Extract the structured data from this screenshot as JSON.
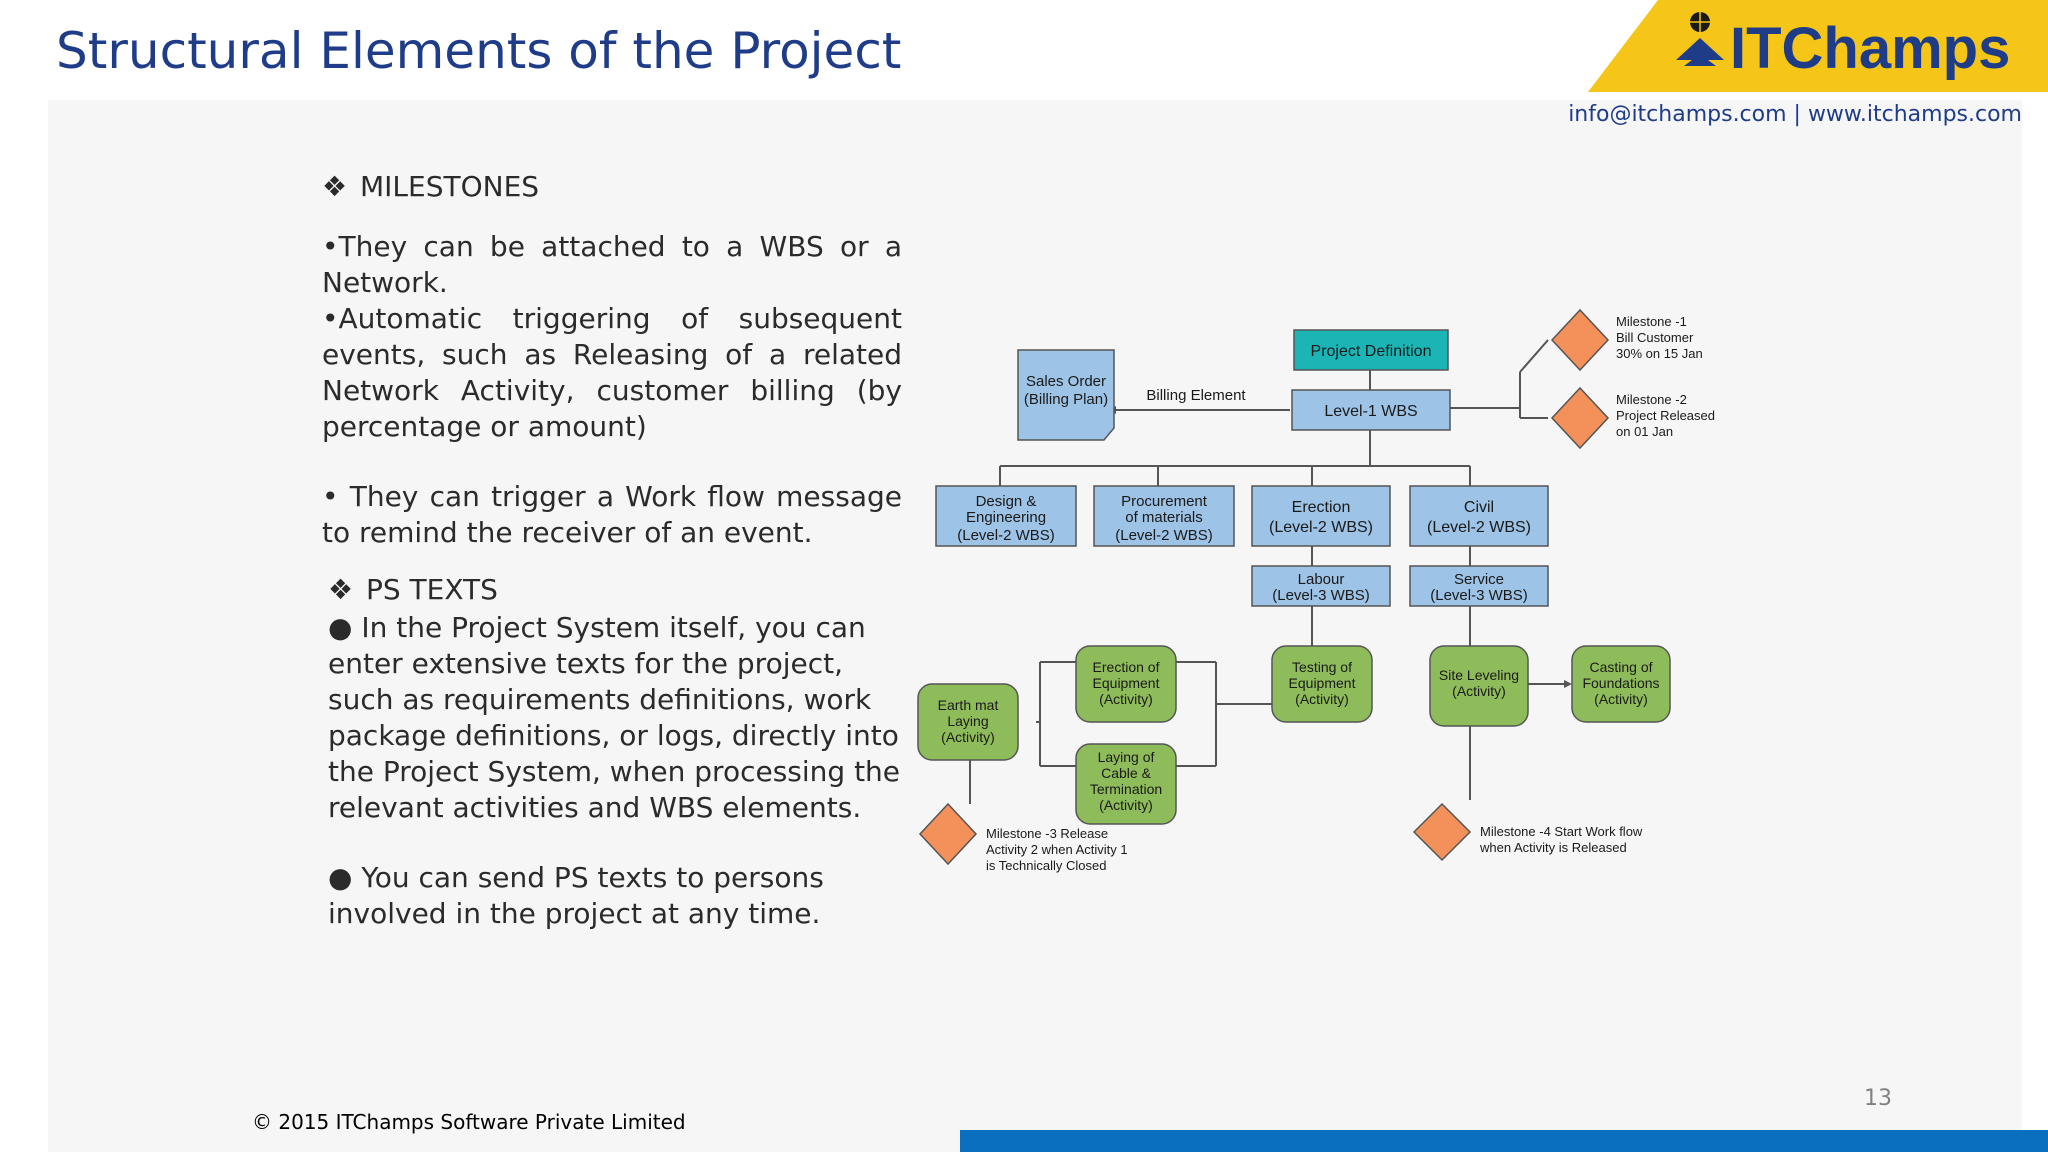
{
  "header": {
    "title": "Structural Elements of the Project",
    "logo_text": "ITChamps",
    "contact": "info@itchamps.com | www.itchamps.com"
  },
  "milestones": {
    "heading": "MILESTONES",
    "points": [
      "•They can be attached to a WBS or a Network.",
      "•Automatic triggering of subsequent events, such as Releasing of a related Network Activity, customer billing (by percentage or amount)",
      "• They can trigger a Work flow message to remind the receiver of an event."
    ]
  },
  "ps_texts": {
    "heading": "PS TEXTS",
    "points": [
      "● In the Project System itself, you can enter extensive texts for the project, such as requirements definitions, work package definitions, or logs, directly into the Project System, when processing the relevant activities and WBS elements.",
      "● You can send PS texts to persons involved in the project at any time."
    ]
  },
  "diagram": {
    "project_definition": "Project Definition",
    "level1": "Level-1 WBS",
    "sales_order": [
      "Sales Order",
      "(Billing Plan)"
    ],
    "billing_element": "Billing Element",
    "milestone1": [
      "Milestone -1",
      "Bill Customer",
      "30% on 15 Jan"
    ],
    "milestone2": [
      "Milestone -2",
      "Project Released",
      "on 01 Jan"
    ],
    "design": [
      "Design &",
      "Engineering",
      "(Level-2 WBS)"
    ],
    "procurement": [
      "Procurement",
      "of materials",
      "(Level-2 WBS)"
    ],
    "erection": [
      "Erection",
      "(Level-2 WBS)"
    ],
    "civil": [
      "Civil",
      "(Level-2 WBS)"
    ],
    "labour": [
      "Labour",
      "(Level-3 WBS)"
    ],
    "service": [
      "Service",
      "(Level-3 WBS)"
    ],
    "earth_mat": [
      "Earth mat",
      "Laying",
      "(Activity)"
    ],
    "erection_equipment": [
      "Erection of",
      "Equipment",
      "(Activity)"
    ],
    "laying_cable": [
      "Laying of",
      "Cable &",
      "Termination",
      "(Activity)"
    ],
    "testing": [
      "Testing of",
      "Equipment",
      "(Activity)"
    ],
    "site_leveling": [
      "Site Leveling",
      "(Activity)"
    ],
    "casting": [
      "Casting of",
      "Foundations",
      "(Activity)"
    ],
    "milestone3": [
      "Milestone -3 Release",
      "Activity 2 when Activity 1",
      "is Technically Closed"
    ],
    "milestone4": [
      "Milestone -4 Start Work flow",
      "when Activity is Released"
    ]
  },
  "footer": {
    "page_number": "13",
    "copyright": "© 2015 ITChamps Software Private Limited"
  },
  "colors": {
    "title": "#1f3c88",
    "wbs_box": "#9dc3e6",
    "project_def": "#1cb5b5",
    "activity": "#8fbc5a",
    "milestone": "#f4915a",
    "logo_yellow": "#f5c518",
    "footer_bar": "#0b6fbf"
  }
}
